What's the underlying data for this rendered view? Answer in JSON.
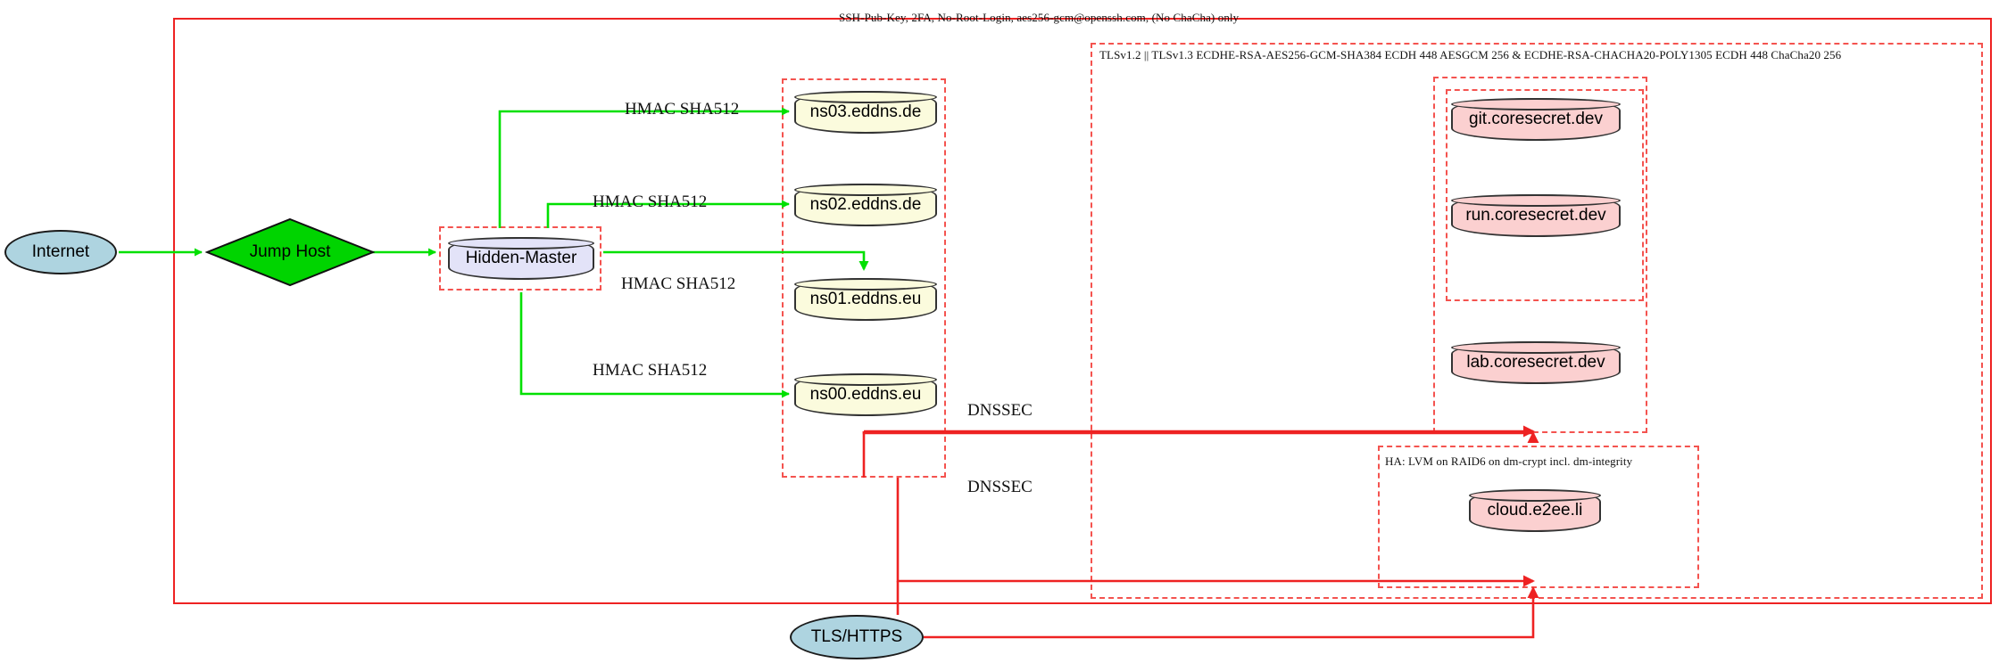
{
  "diagram": {
    "title_note": "SSH-Pub-Key, 2FA, No-Root-Login, aes256-gcm@openssh.com, (No ChaCha) only",
    "tls_note": "TLSv1.2 || TLSv1.3 ECDHE-RSA-AES256-GCM-SHA384 ECDH 448 AESGCM 256 & ECDHE-RSA-CHACHA20-POLY1305 ECDH 448 ChaCha20 256",
    "ha_note": "HA: LVM on RAID6 on dm-crypt incl. dm-integrity"
  },
  "nodes": {
    "internet": "Internet",
    "jump_host": "Jump Host",
    "hidden_master": "Hidden-Master",
    "tls_https": "TLS/HTTPS",
    "ns03": "ns03.eddns.de",
    "ns02": "ns02.eddns.de",
    "ns01": "ns01.eddns.eu",
    "ns00": "ns00.eddns.eu",
    "git": "git.coresecret.dev",
    "run": "run.coresecret.dev",
    "lab": "lab.coresecret.dev",
    "cloud": "cloud.e2ee.li"
  },
  "edges": {
    "hmac_ns03": "HMAC SHA512",
    "hmac_ns02": "HMAC SHA512",
    "hmac_ns01": "HMAC SHA512",
    "hmac_ns00": "HMAC SHA512",
    "dnssec_upper": "DNSSEC",
    "dnssec_lower": "DNSSEC"
  },
  "colors": {
    "boundary_red": "#ee2222",
    "dashed_red": "#f4534f",
    "green_edge": "#00e000",
    "node_cream": "#fbfbdd",
    "node_lavender": "#e3e3f8",
    "node_pink": "#fbd0d0",
    "node_blue": "#aed4e0",
    "node_green": "#00d400"
  }
}
